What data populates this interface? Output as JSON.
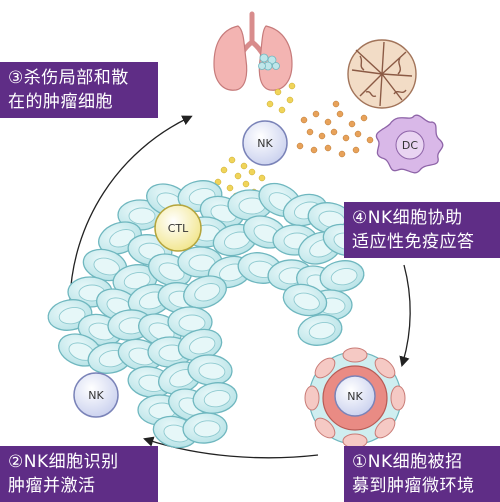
{
  "labels": {
    "step3": {
      "line1": "③杀伤局部和散",
      "line2": "在的肿瘤细胞"
    },
    "step4": {
      "line1": "④NK细胞协助",
      "line2": "适应性免疫应答"
    },
    "step2": {
      "line1": "②NK细胞识别",
      "line2": "肿瘤并激活"
    },
    "step1": {
      "line1": "①NK细胞被招",
      "line2": "募到肿瘤微环境"
    }
  },
  "cells": {
    "nk_top": "NK",
    "nk_left": "NK",
    "nk_vessel": "NK",
    "ctl": "CTL",
    "dc": "DC"
  },
  "colors": {
    "label_bg": "#5f2d86",
    "tumor_fill": "#cfeef0",
    "tumor_stroke": "#6fb7bf",
    "nk_fill": "#e4e8f6",
    "ctl_fill": "#fbf6c4",
    "dc_fill": "#d9b8e8",
    "vessel_fill": "#f1a6a0",
    "granule_yellow": "#f0d45a",
    "granule_orange": "#e8a25a"
  }
}
